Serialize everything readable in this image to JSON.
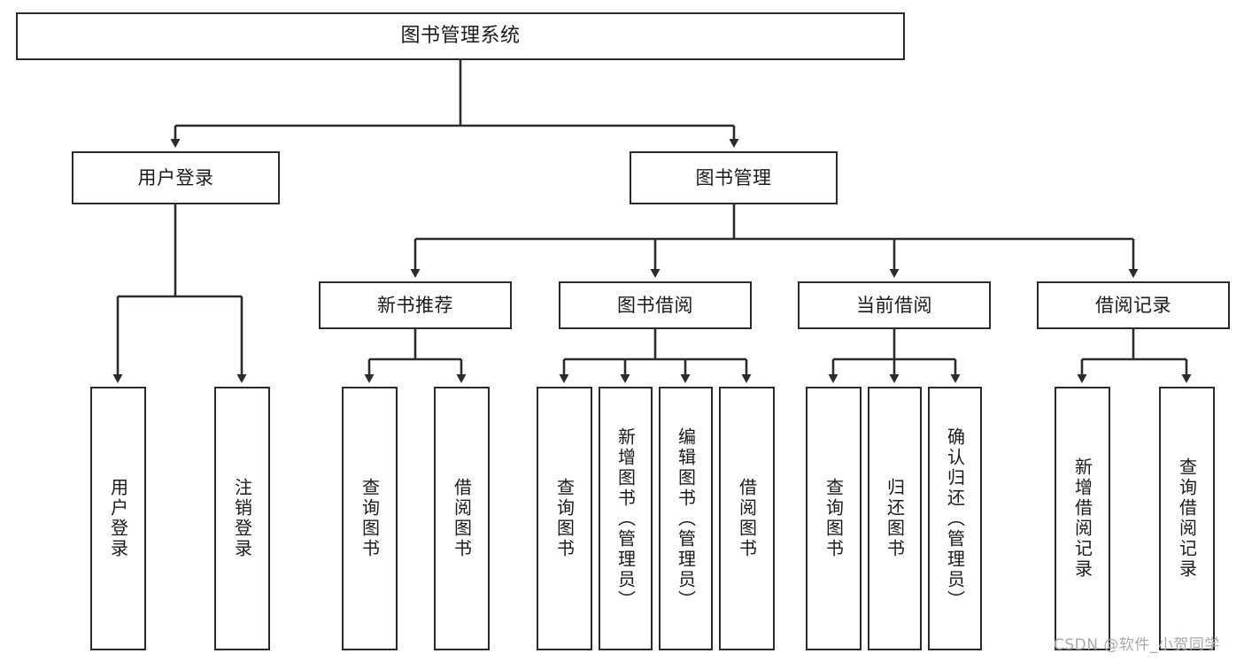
{
  "diagram": {
    "title": "图书管理系统",
    "type": "hierarchy-tree",
    "root": {
      "id": "root",
      "label": "图书管理系统"
    },
    "level2": [
      {
        "id": "user-login",
        "label": "用户登录"
      },
      {
        "id": "book-manage",
        "label": "图书管理"
      }
    ],
    "level3": [
      {
        "id": "new-book-rec",
        "label": "新书推荐",
        "parent": "book-manage"
      },
      {
        "id": "book-borrow",
        "label": "图书借阅",
        "parent": "book-manage"
      },
      {
        "id": "current-borrow",
        "label": "当前借阅",
        "parent": "book-manage"
      },
      {
        "id": "borrow-record",
        "label": "借阅记录",
        "parent": "book-manage"
      }
    ],
    "leaves": [
      {
        "id": "leaf-user-login",
        "label": "用户登录",
        "parent": "user-login"
      },
      {
        "id": "leaf-logout",
        "label": "注销登录",
        "parent": "user-login"
      },
      {
        "id": "leaf-query-book-1",
        "label": "查询图书",
        "parent": "new-book-rec"
      },
      {
        "id": "leaf-borrow-book-1",
        "label": "借阅图书",
        "parent": "new-book-rec"
      },
      {
        "id": "leaf-query-book-2",
        "label": "查询图书",
        "parent": "book-borrow"
      },
      {
        "id": "leaf-add-book",
        "label": "新增图书（管理员）",
        "parent": "book-borrow"
      },
      {
        "id": "leaf-edit-book",
        "label": "编辑图书（管理员）",
        "parent": "book-borrow"
      },
      {
        "id": "leaf-borrow-book-2",
        "label": "借阅图书",
        "parent": "book-borrow"
      },
      {
        "id": "leaf-query-book-3",
        "label": "查询图书",
        "parent": "current-borrow"
      },
      {
        "id": "leaf-return-book",
        "label": "归还图书",
        "parent": "current-borrow"
      },
      {
        "id": "leaf-confirm-return",
        "label": "确认归还（管理员）",
        "parent": "current-borrow"
      },
      {
        "id": "leaf-add-record",
        "label": "新增借阅记录",
        "parent": "borrow-record"
      },
      {
        "id": "leaf-query-record",
        "label": "查询借阅记录",
        "parent": "borrow-record"
      }
    ],
    "colors": {
      "stroke": "#2b2b2b",
      "fill": "#ffffff",
      "text": "#1a1a1a",
      "watermark": "#a9a9a9"
    }
  },
  "watermark": {
    "text": "CSDN @软件_小贺同学"
  }
}
